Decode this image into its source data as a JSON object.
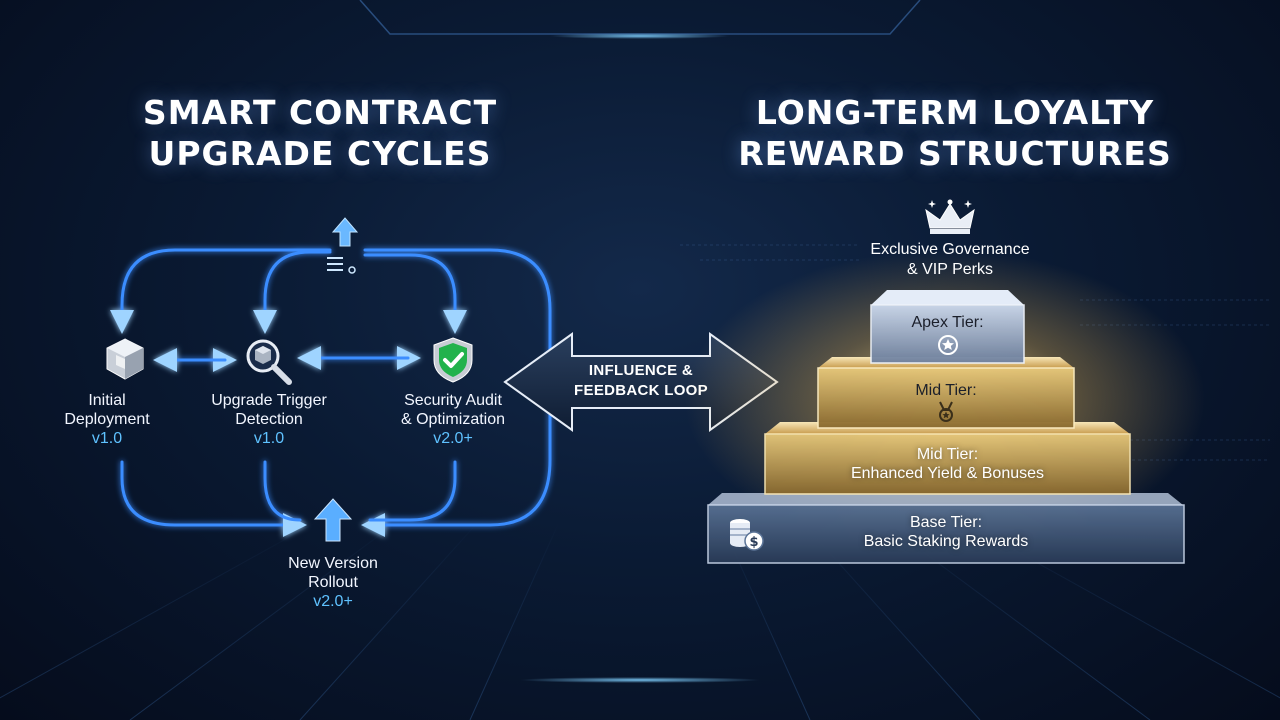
{
  "left_section": {
    "title_line1": "SMART CONTRACT",
    "title_line2": "UPGRADE CYCLES",
    "nodes": [
      {
        "label_line1": "Initial",
        "label_line2": "Deployment",
        "version": "v1.0",
        "icon": "cube-icon"
      },
      {
        "label_line1": "Upgrade Trigger",
        "label_line2": "Detection",
        "version": "v1.0",
        "icon": "magnifier-icon"
      },
      {
        "label_line1": "Security Audit",
        "label_line2": "& Optimization",
        "version": "v2.0+",
        "icon": "shield-check-icon"
      },
      {
        "label_line1": "New Version",
        "label_line2": "Rollout",
        "version": "v2.0+",
        "icon": "up-arrow-icon"
      }
    ]
  },
  "center_arrow": {
    "line1": "INFLUENCE &",
    "line2": "FEEDBACK LOOP"
  },
  "right_section": {
    "title_line1": "LONG-TERM LOYALTY",
    "title_line2": "REWARD STRUCTURES",
    "top_label_line1": "Exclusive Governance",
    "top_label_line2": "& VIP Perks",
    "top_icon": "crown-icon",
    "tiers": [
      {
        "line1": "Apex Tier:",
        "line2": "",
        "icon": "medal-icon"
      },
      {
        "line1": "Mid Tier:",
        "line2": "",
        "icon": "ribbon-medal-icon"
      },
      {
        "line1": "Mid Tier:",
        "line2": "Enhanced Yield & Bonuses",
        "icon": ""
      },
      {
        "line1": "Base Tier:",
        "line2": "Basic Staking Rewards",
        "icon": "coins-icon"
      }
    ]
  },
  "colors": {
    "background": "#0a1a33",
    "loop_blue": "#3a8dff",
    "version_blue": "#5fc2ff",
    "gold": "#f5d98a"
  }
}
